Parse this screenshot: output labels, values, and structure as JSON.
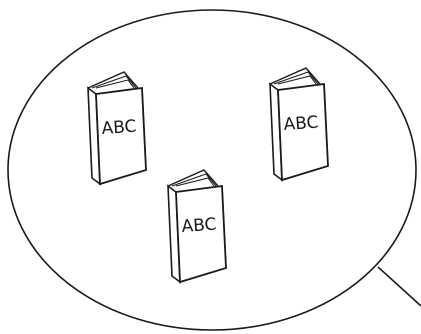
{
  "books": [
    {
      "cover_label": "ABC"
    },
    {
      "cover_label": "ABC"
    },
    {
      "cover_label": "ABC"
    }
  ],
  "colors": {
    "background": "#ffffff",
    "ink": "#1a1a1a",
    "cover": "#ffffff"
  },
  "icons": {
    "book": "book-icon"
  }
}
